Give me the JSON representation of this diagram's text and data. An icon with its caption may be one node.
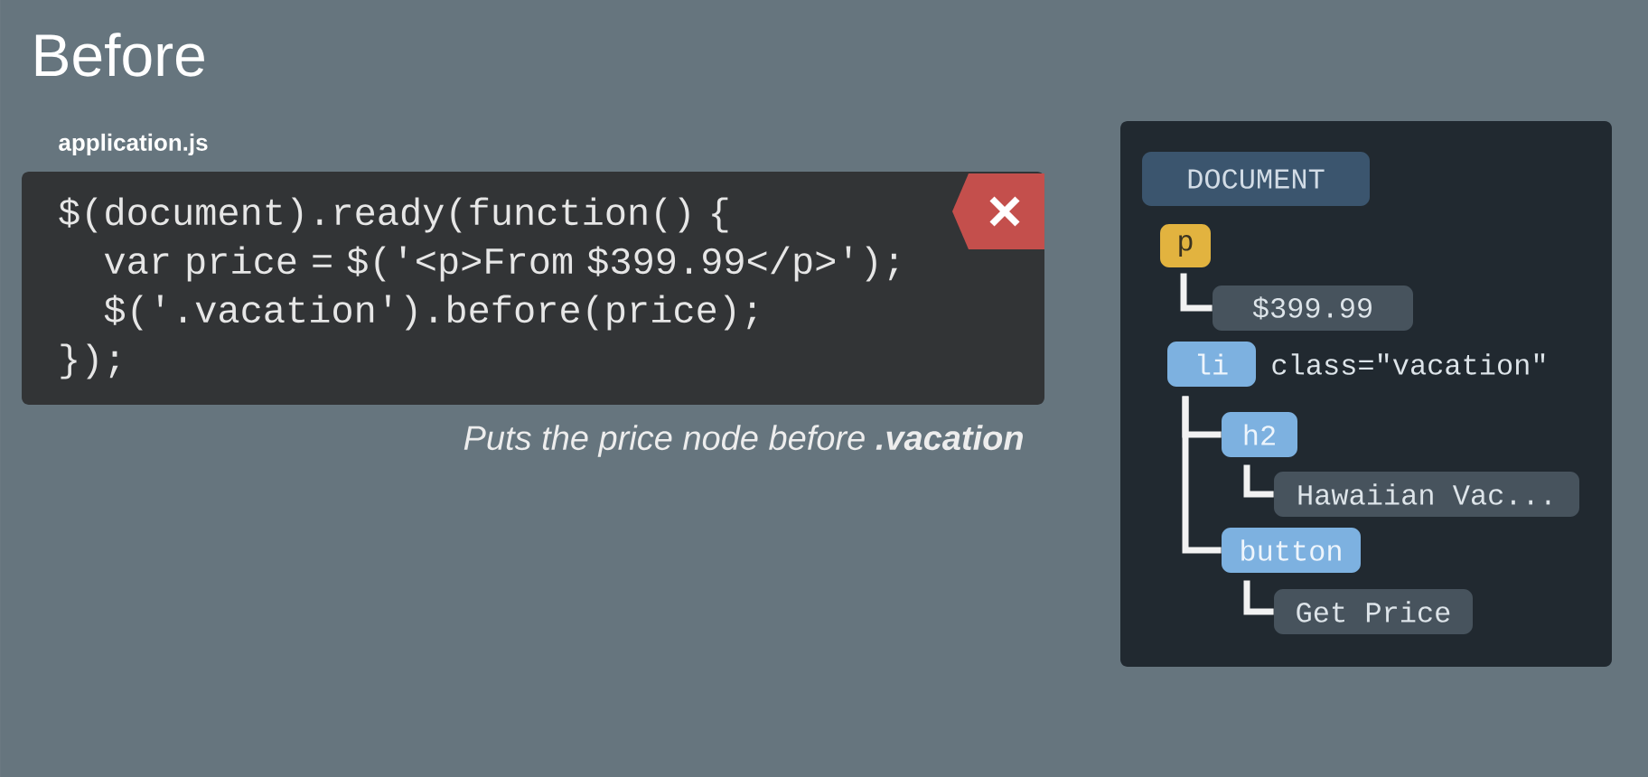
{
  "diagram": {
    "title": "Before",
    "nodes": [
      {
        "text": [
          "application.js",
          "$(document).ready(function() {",
          "var price = $('<p>From $399.99</p>');",
          "$('.vacation').before(price);",
          "});"
        ],
        "beside": [
          "Puts the price node before **.vacation**"
        ]
      },
      {
        "text": [],
        "shape": "box"
      },
      {
        "text": [
          "DOCUMENT"
        ],
        "in": 1
      },
      {
        "text": [
          "p"
        ],
        "in": 1
      },
      {
        "text": [
          "$399.99"
        ],
        "in": 1
      },
      {
        "text": [
          "li"
        ],
        "in": 1,
        "beside": [
          "class=\"vacation\""
        ]
      },
      {
        "text": [
          "h2"
        ],
        "in": 1
      },
      {
        "text": [
          "Hawaiian Vac..."
        ],
        "in": 1
      },
      {
        "text": [
          "button"
        ],
        "in": 1
      },
      {
        "text": [
          "Get Price"
        ],
        "in": 1
      }
    ],
    "edges": [
      {
        "from": 3,
        "to": 4,
        "arrow": "none"
      },
      {
        "from": 5,
        "to": 6,
        "arrow": "none"
      },
      {
        "from": 6,
        "to": 7,
        "arrow": "none"
      },
      {
        "from": 5,
        "to": 8,
        "arrow": "none"
      },
      {
        "from": 8,
        "to": 9,
        "arrow": "none"
      }
    ]
  }
}
